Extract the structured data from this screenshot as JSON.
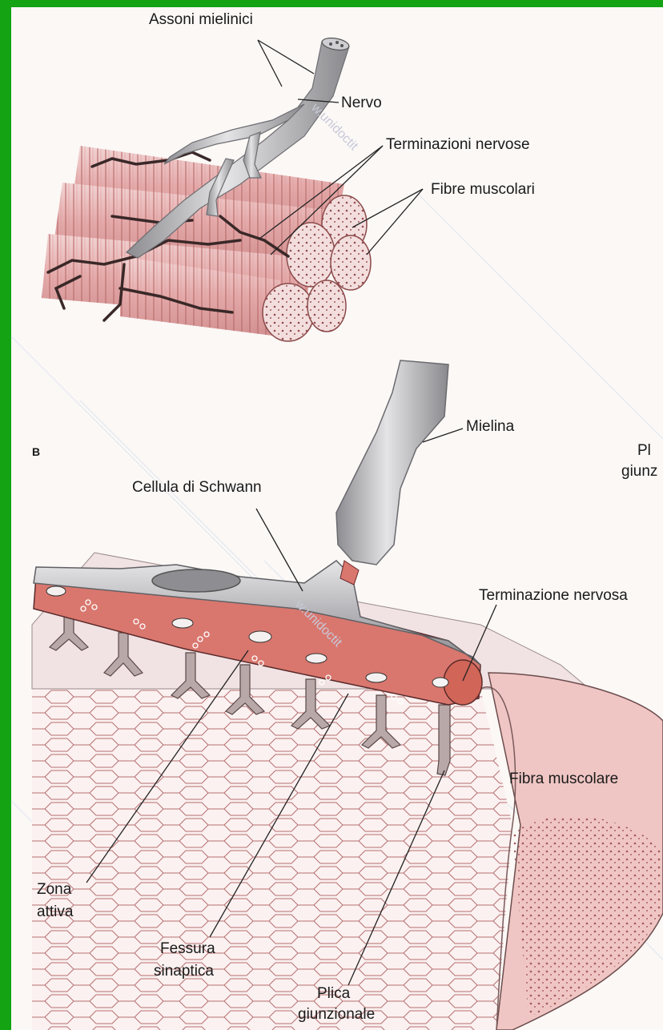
{
  "labels": {
    "assoni_mielinici": "Assoni mielinici",
    "nervo": "Nervo",
    "terminazioni_nervose": "Terminazioni nervose",
    "fibre_muscolari": "Fibre muscolari",
    "panel_b": "B",
    "mielina": "Mielina",
    "cellula_schwann": "Cellula di Schwann",
    "terminazione_nervosa": "Terminazione nervosa",
    "fibra_muscolare": "Fibra muscolare",
    "zona_attiva_1": "Zona",
    "zona_attiva_2": "attiva",
    "fessura_1": "Fessura",
    "fessura_2": "sinaptica",
    "plica_1": "Plica",
    "plica_2": "giunzionale",
    "cut_right_1": "Pl",
    "cut_right_2": "giunz"
  },
  "watermark": "w.unidoctit",
  "colors": {
    "frame_green": "#13a313",
    "paper": "#fbf8f6",
    "muscle_pink": "#e8a7a7",
    "nerve_gray": "#b9b9bd",
    "terminal_red": "#d9776e"
  }
}
